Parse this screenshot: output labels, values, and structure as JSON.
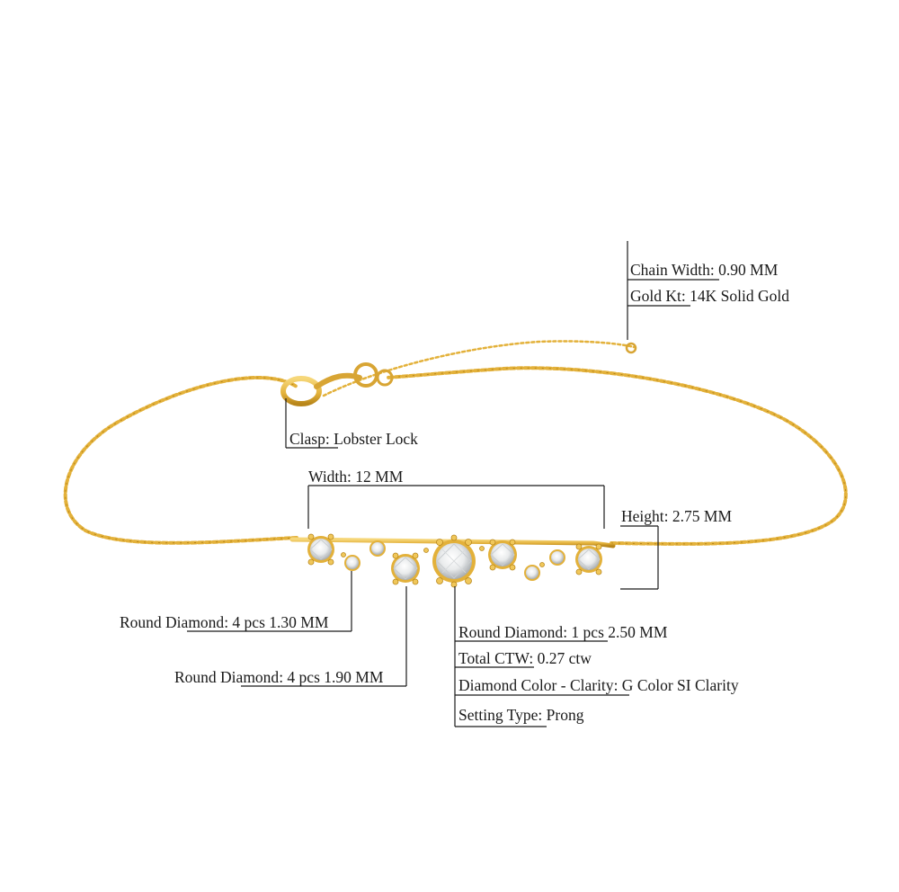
{
  "colors": {
    "background": "#ffffff",
    "gold": "#e3b13a",
    "gold_dark": "#b8861a",
    "gold_light": "#f6d77a",
    "diamond": "#f2f2f2",
    "diamond_shade": "#bfc3c6",
    "line": "#1a1a1a",
    "text": "#1a1a1a"
  },
  "specs": {
    "chain_width": {
      "key": "Chain Width",
      "value": ": 0.90 MM"
    },
    "gold_kt": {
      "key": "Gold Kt",
      "value": ": 14K Solid Gold"
    },
    "clasp": {
      "key": "Clasp",
      "value": ": Lobster Lock"
    },
    "width": {
      "key": "Width",
      "value": ": 12 MM"
    },
    "height": {
      "key": "Height",
      "value": ": 2.75 MM"
    },
    "round_small": {
      "key": "Round Diamond",
      "value": ": 4 pcs 1.30 MM"
    },
    "round_medium": {
      "key": "Round Diamond",
      "value": ": 4 pcs 1.90 MM"
    },
    "round_center": {
      "key": "Round Diamond",
      "value": ": 1 pcs 2.50 MM"
    },
    "total_ctw": {
      "key": "Total CTW",
      "value": ": 0.27 ctw"
    },
    "color_clarity": {
      "key": "Diamond Color - Clarity",
      "value": ": G Color SI Clarity"
    },
    "setting_type": {
      "key": "Setting Type",
      "value": ": Prong"
    }
  }
}
